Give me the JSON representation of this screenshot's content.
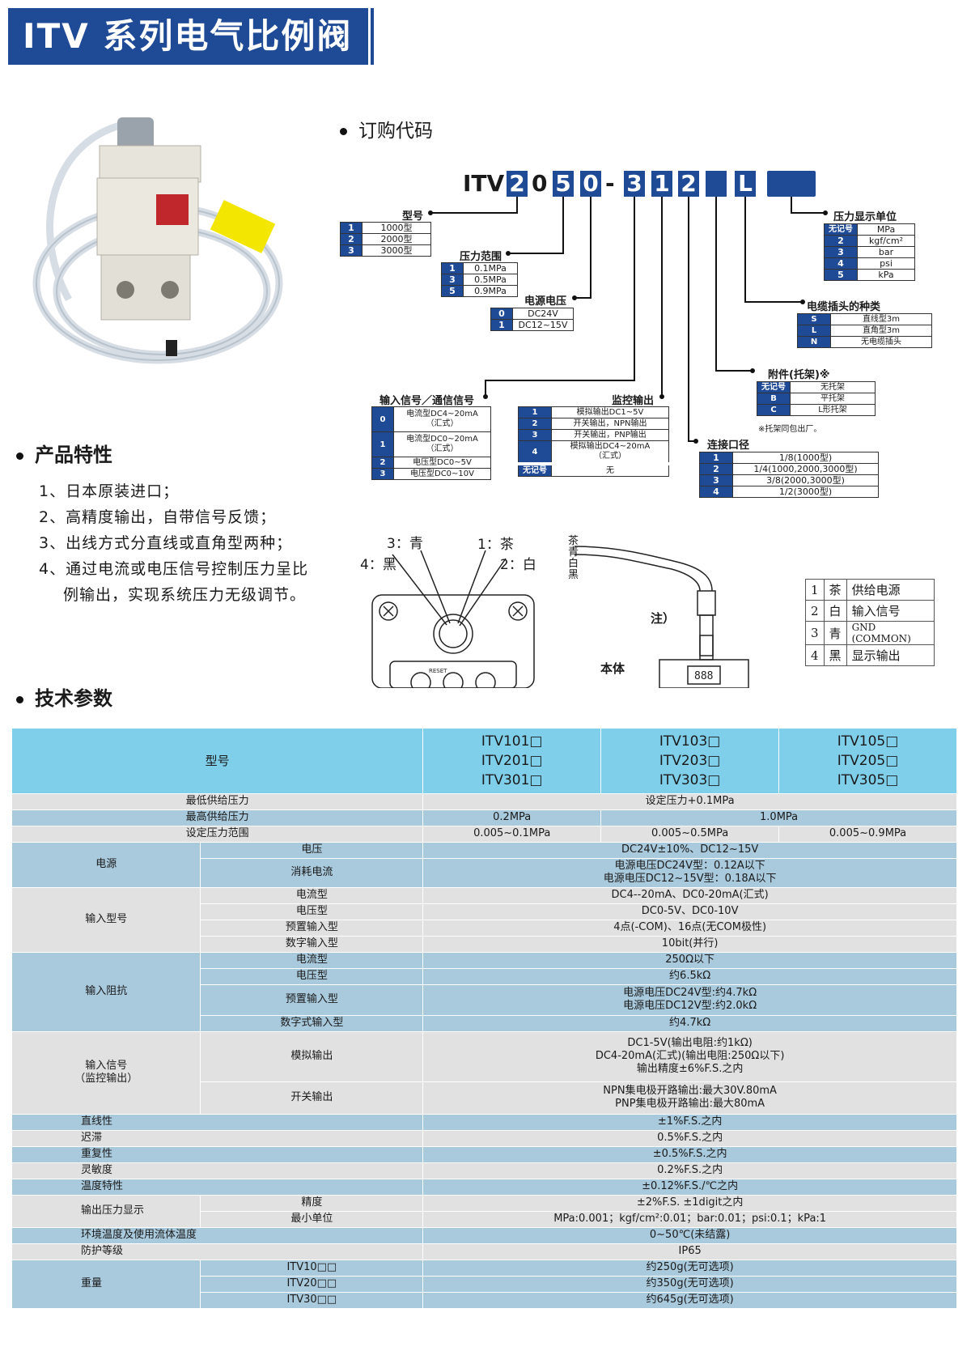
{
  "title": "ITV 系列电气比例阀",
  "sections": {
    "order_code": "订购代码",
    "features": "产品特性",
    "specs": "技术参数"
  },
  "features": [
    "1、日本原装进口；",
    "2、高精度输出，自带信号反馈；",
    "3、出线方式分直线或直角型两种；",
    "4、通过电流或电压信号控制压力呈比",
    "例输出，实现系统压力无级调节。"
  ],
  "code": {
    "prefix": "ITV",
    "chars": [
      "2",
      "0",
      "5",
      "0",
      "-",
      "3",
      "1",
      "2",
      "",
      "L",
      ""
    ]
  },
  "order": {
    "model": {
      "label": "型号",
      "rows": [
        [
          "1",
          "1000型"
        ],
        [
          "2",
          "2000型"
        ],
        [
          "3",
          "3000型"
        ]
      ]
    },
    "pressure": {
      "label": "压力范围",
      "rows": [
        [
          "1",
          "0.1MPa"
        ],
        [
          "3",
          "0.5MPa"
        ],
        [
          "5",
          "0.9MPa"
        ]
      ]
    },
    "power": {
      "label": "电源电压",
      "rows": [
        [
          "0",
          "DC24V"
        ],
        [
          "1",
          "DC12~15V"
        ]
      ]
    },
    "input": {
      "label": "输入信号／通信信号",
      "rows": [
        [
          "0",
          "电流型DC4~20mA",
          "（汇式）"
        ],
        [
          "1",
          "电流型DC0~20mA",
          "（汇式）"
        ],
        [
          "2",
          "电压型DC0~5V"
        ],
        [
          "3",
          "电压型DC0~10V"
        ]
      ]
    },
    "monitor": {
      "label": "监控输出",
      "rows": [
        [
          "1",
          "模拟输出DC1~5V"
        ],
        [
          "2",
          "开关输出，NPN输出"
        ],
        [
          "3",
          "开关输出，PNP输出"
        ],
        [
          "4",
          "模拟输出DC4~20mA",
          "（汇式）"
        ],
        [
          "无记号",
          "无"
        ]
      ]
    },
    "port": {
      "label": "连接口径",
      "rows": [
        [
          "1",
          "1/8(1000型)"
        ],
        [
          "2",
          "1/4(1000,2000,3000型)"
        ],
        [
          "3",
          "3/8(2000,3000型)"
        ],
        [
          "4",
          "1/2(3000型)"
        ]
      ]
    },
    "bracket": {
      "label": "附件(托架)※",
      "rows": [
        [
          "无记号",
          "无托架"
        ],
        [
          "B",
          "平托架"
        ],
        [
          "C",
          "L形托架"
        ]
      ],
      "note": "※托架同包出厂。"
    },
    "cable": {
      "label": "电缆插头的种类",
      "rows": [
        [
          "S",
          "直线型3m"
        ],
        [
          "L",
          "直角型3m"
        ],
        [
          "N",
          "无电缆插头"
        ]
      ]
    },
    "unit": {
      "label": "压力显示单位",
      "rows": [
        [
          "无记号",
          "MPa"
        ],
        [
          "2",
          "kgf/cm²"
        ],
        [
          "3",
          "bar"
        ],
        [
          "4",
          "psi"
        ],
        [
          "5",
          "kPa"
        ]
      ]
    }
  },
  "diagram": {
    "pin3": "3：青",
    "pin1": "1：茶",
    "pin4": "4：黑",
    "pin2": "2：白",
    "reset": "RESET",
    "note": "注）",
    "body": "本体",
    "display": "888",
    "wire_colors": [
      "茶",
      "青",
      "白",
      "黑"
    ]
  },
  "wiring": [
    [
      "1",
      "茶",
      "供给电源"
    ],
    [
      "2",
      "白",
      "输入信号"
    ],
    [
      "3",
      "青",
      "GND (COMMON)"
    ],
    [
      "4",
      "黑",
      "显示输出"
    ]
  ],
  "spec": {
    "model_label": "型号",
    "models": [
      [
        "ITV101□",
        "ITV201□",
        "ITV301□"
      ],
      [
        "ITV103□",
        "ITV203□",
        "ITV303□"
      ],
      [
        "ITV105□",
        "ITV205□",
        "ITV305□"
      ]
    ],
    "min_supply": [
      "最低供给压力",
      "设定压力+0.1MPa"
    ],
    "max_supply": [
      "最高供给压力",
      "0.2MPa",
      "1.0MPa"
    ],
    "set_range": [
      "设定压力范围",
      "0.005~0.1MPa",
      "0.005~0.5MPa",
      "0.005~0.9MPa"
    ],
    "power": {
      "label": "电源",
      "voltage": [
        "电压",
        "DC24V±10%、DC12~15V"
      ],
      "current": [
        "消耗电流",
        "电源电压DC24V型：0.12A以下",
        "电源电压DC12~15V型：0.18A以下"
      ]
    },
    "input_type": {
      "label": "输入型号",
      "rows": [
        [
          "电流型",
          "DC4--20mA、DC0-20mA(汇式)"
        ],
        [
          "电压型",
          "DC0-5V、DC0-10V"
        ],
        [
          "预置输入型",
          "4点(-COM)、16点(无COM极性)"
        ],
        [
          "数字输入型",
          "10bit(并行)"
        ]
      ]
    },
    "impedance": {
      "label": "输入阻抗",
      "rows": [
        [
          "电流型",
          "250Ω以下"
        ],
        [
          "电压型",
          "约6.5kΩ"
        ],
        [
          "预置输入型",
          "电源电压DC24V型:约4.7kΩ",
          "电源电压DC12V型:约2.0kΩ"
        ],
        [
          "数字式输入型",
          "约4.7kΩ"
        ]
      ]
    },
    "monitor": {
      "label1": "输入信号",
      "label2": "（监控输出）",
      "analog": [
        "模拟输出",
        "DC1-5V(输出电阻:约1kΩ)",
        "DC4-20mA(汇式)(输出电阻:250Ω以下)",
        "输出精度±6%F.S.之内"
      ],
      "switch": [
        "开关输出",
        "NPN集电极开路输出:最大30V.80mA",
        "PNP集电极开路输出:最大80mA"
      ]
    },
    "linearity": [
      "直线性",
      "±1%F.S.之内"
    ],
    "hysteresis": [
      "迟滞",
      "0.5%F.S.之内"
    ],
    "repeat": [
      "重复性",
      "±0.5%F.S.之内"
    ],
    "sensitivity": [
      "灵敏度",
      "0.2%F.S.之内"
    ],
    "temp": [
      "温度特性",
      "±0.12%F.S./℃之内"
    ],
    "display": {
      "label": "输出压力显示",
      "accuracy": [
        "精度",
        "±2%F.S. ±1digit之内"
      ],
      "unit": [
        "最小单位",
        "MPa:0.001；kgf/cm²:0.01；bar:0.01；psi:0.1；kPa:1"
      ]
    },
    "env": [
      "环境温度及使用流体温度",
      "0~50℃(未结露)"
    ],
    "protection": [
      "防护等级",
      "IP65"
    ],
    "weight": {
      "label": "重量",
      "rows": [
        [
          "ITV10□□",
          "约250g(无可选项)"
        ],
        [
          "ITV20□□",
          "约350g(无可选项)"
        ],
        [
          "ITV30□□",
          "约645g(无可选项)"
        ]
      ]
    }
  }
}
